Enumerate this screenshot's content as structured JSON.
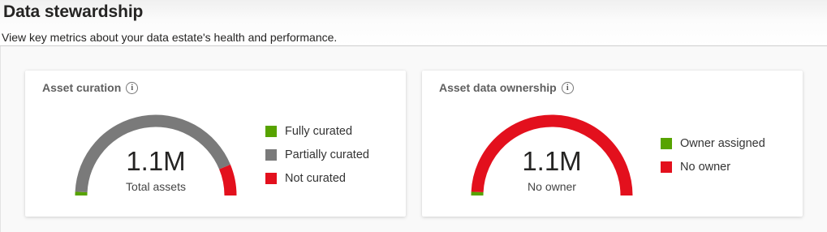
{
  "page": {
    "title": "Data stewardship",
    "subtitle": "View key metrics about your data estate's health and performance."
  },
  "colors": {
    "green": "#57a300",
    "gray": "#7a7a7a",
    "red": "#e3101d"
  },
  "cards": [
    {
      "title": "Asset curation",
      "info_icon": "info-icon",
      "gauge": {
        "value": "1.1M",
        "label": "Total assets",
        "segments": [
          {
            "name": "Fully curated",
            "fraction": 0.015,
            "color": "#57a300"
          },
          {
            "name": "Partially curated",
            "fraction": 0.86,
            "color": "#7a7a7a"
          },
          {
            "name": "Not curated",
            "fraction": 0.125,
            "color": "#e3101d"
          }
        ]
      },
      "legend": [
        {
          "label": "Fully curated",
          "color": "#57a300"
        },
        {
          "label": "Partially curated",
          "color": "#7a7a7a"
        },
        {
          "label": "Not curated",
          "color": "#e3101d"
        }
      ]
    },
    {
      "title": "Asset data ownership",
      "info_icon": "info-icon",
      "gauge": {
        "value": "1.1M",
        "label": "No owner",
        "segments": [
          {
            "name": "Owner assigned",
            "fraction": 0.015,
            "color": "#57a300"
          },
          {
            "name": "No owner",
            "fraction": 0.985,
            "color": "#e3101d"
          }
        ]
      },
      "legend": [
        {
          "label": "Owner assigned",
          "color": "#57a300"
        },
        {
          "label": "No owner",
          "color": "#e3101d"
        }
      ]
    }
  ]
}
